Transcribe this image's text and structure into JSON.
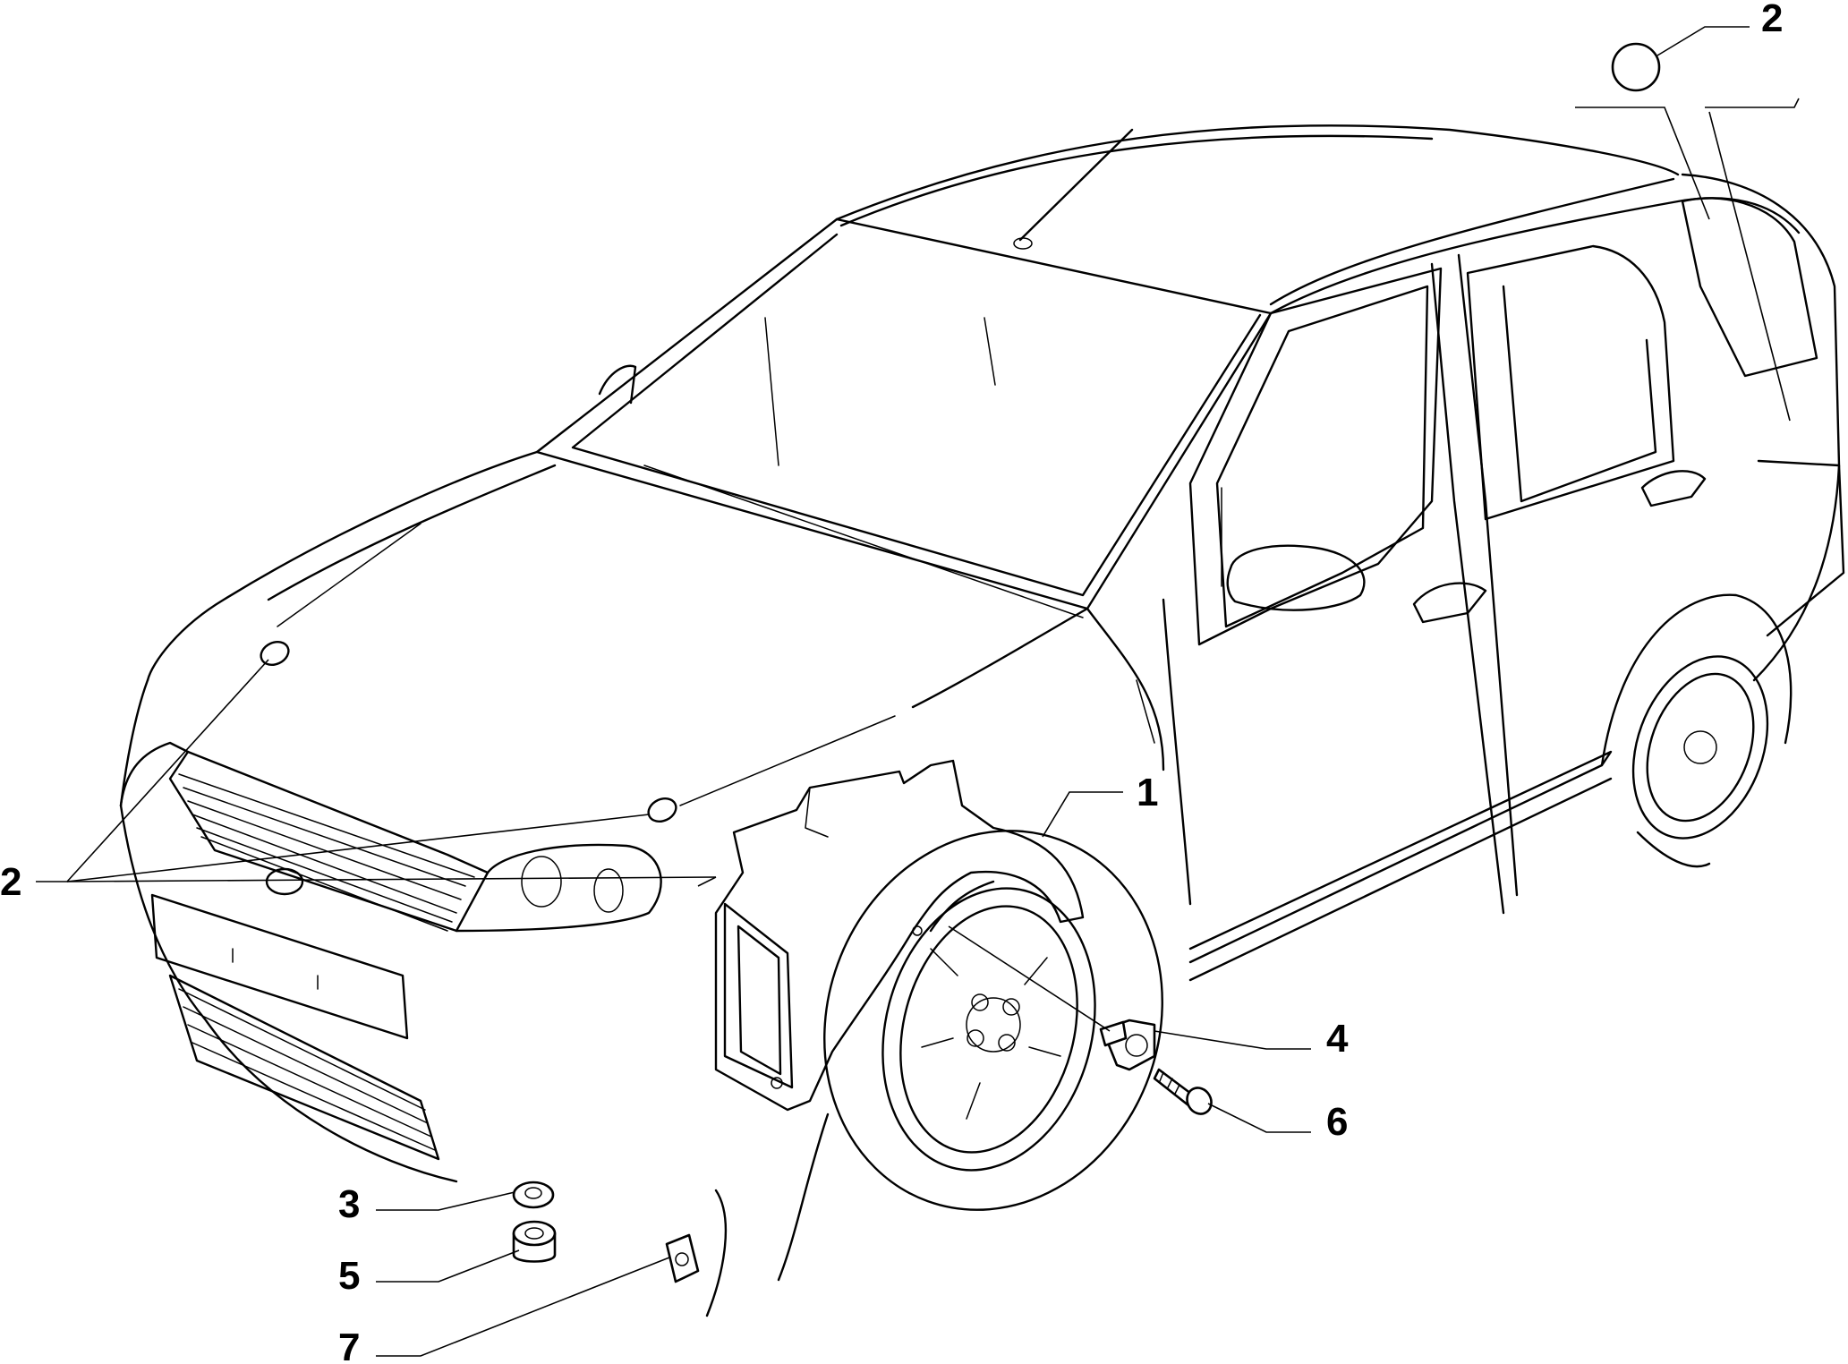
{
  "callouts": [
    {
      "id": "c1",
      "label": "1"
    },
    {
      "id": "c2-left",
      "label": "2"
    },
    {
      "id": "c2-top",
      "label": "2"
    },
    {
      "id": "c3",
      "label": "3"
    },
    {
      "id": "c4",
      "label": "4"
    },
    {
      "id": "c5",
      "label": "5"
    },
    {
      "id": "c6",
      "label": "6"
    },
    {
      "id": "c7",
      "label": "7"
    }
  ]
}
